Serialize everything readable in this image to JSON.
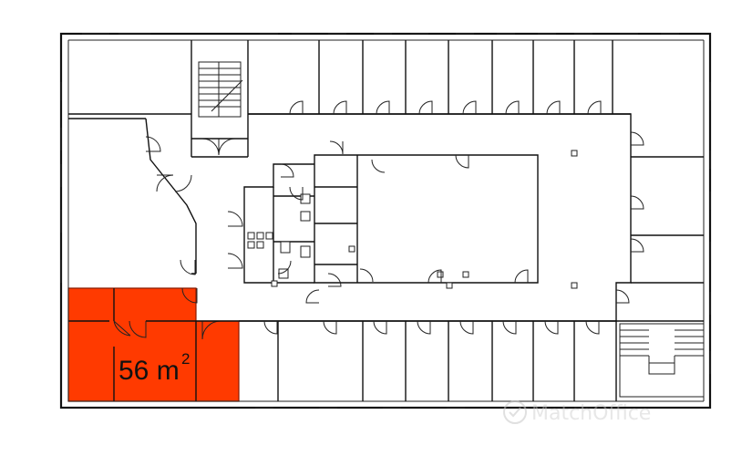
{
  "highlight": {
    "color": "#ff3a00",
    "area_value": "56 m",
    "area_unit_sup": "2"
  },
  "watermark": {
    "text": "MatchOffice",
    "icon": "matchoffice-logo-icon"
  }
}
